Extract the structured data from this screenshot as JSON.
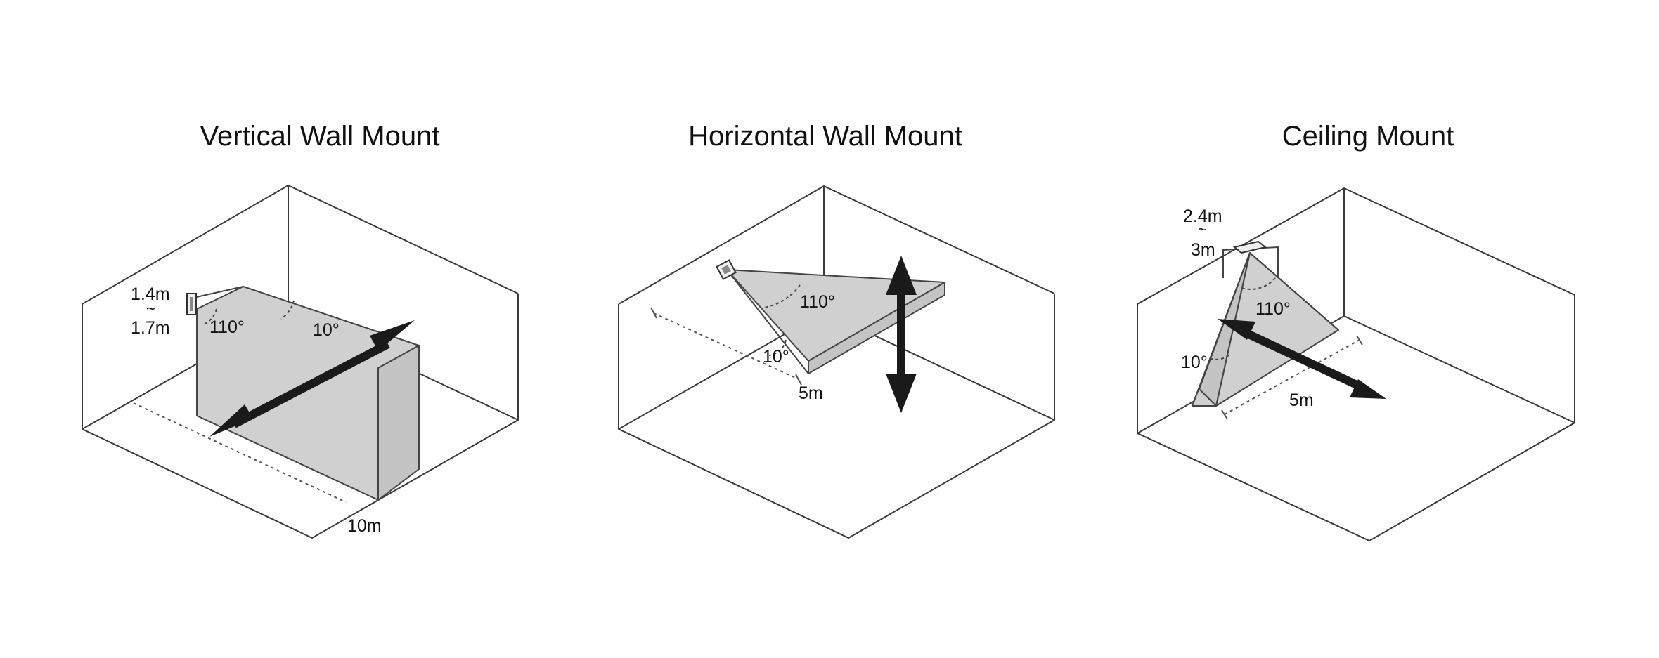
{
  "panels": {
    "vertical": {
      "title": "Vertical Wall Mount",
      "height_top": "1.4m",
      "height_sep": "~",
      "height_bottom": "1.7m",
      "angle_wide": "110°",
      "angle_narrow": "10°",
      "distance": "10m"
    },
    "horizontal": {
      "title": "Horizontal Wall Mount",
      "angle_wide": "110°",
      "angle_narrow": "10°",
      "distance": "5m"
    },
    "ceiling": {
      "title": "Ceiling Mount",
      "height_top": "2.4m",
      "height_sep": "~",
      "height_bottom": "3m",
      "angle_wide": "110°",
      "angle_narrow": "10°",
      "distance": "5m"
    }
  },
  "colors": {
    "beam_fill": "#d0d0d0",
    "outline": "#3a3a3a",
    "arrow": "#1a1a1a"
  }
}
